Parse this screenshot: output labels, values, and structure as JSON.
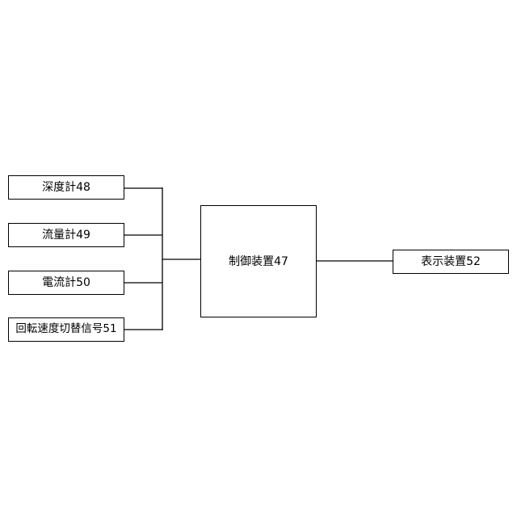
{
  "diagram": {
    "inputs": [
      {
        "label": "深度計48"
      },
      {
        "label": "流量計49"
      },
      {
        "label": "電流計50"
      },
      {
        "label": "回転速度切替信号51"
      }
    ],
    "controller": {
      "label": "制御装置47"
    },
    "output": {
      "label": "表示装置52"
    },
    "colors": {
      "line": "#000000",
      "box_border": "#000000",
      "background": "#ffffff"
    }
  }
}
